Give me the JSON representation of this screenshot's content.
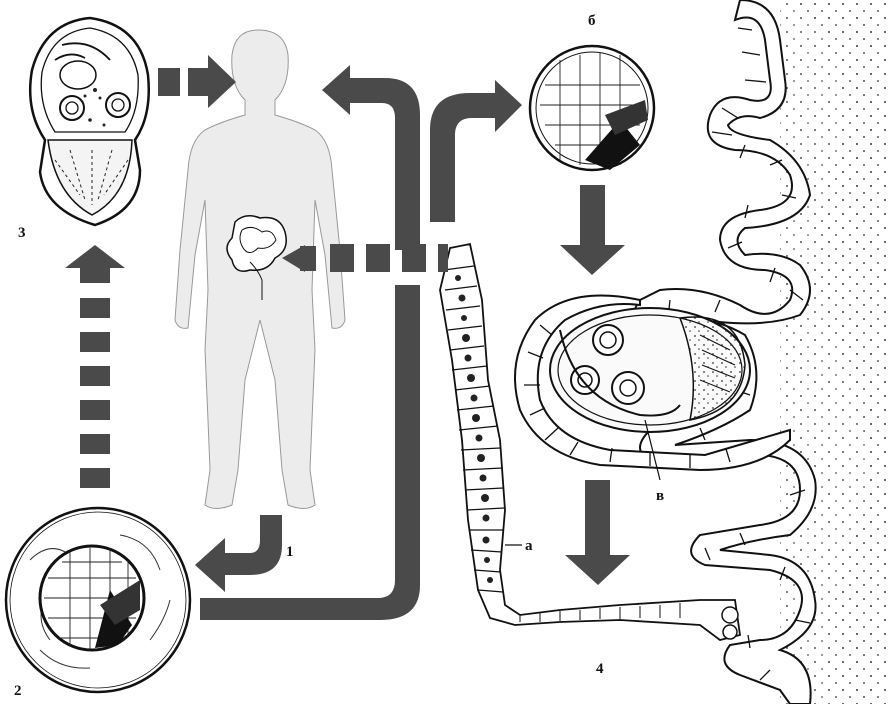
{
  "labels": {
    "n1": "1",
    "n2": "2",
    "n3": "3",
    "n4": "4",
    "a": "а",
    "b": "б",
    "v": "в"
  },
  "colors": {
    "arrow": "#4a4a4a",
    "outline": "#111111",
    "silhouette": "#ececec",
    "tissue": "#fafafa"
  }
}
